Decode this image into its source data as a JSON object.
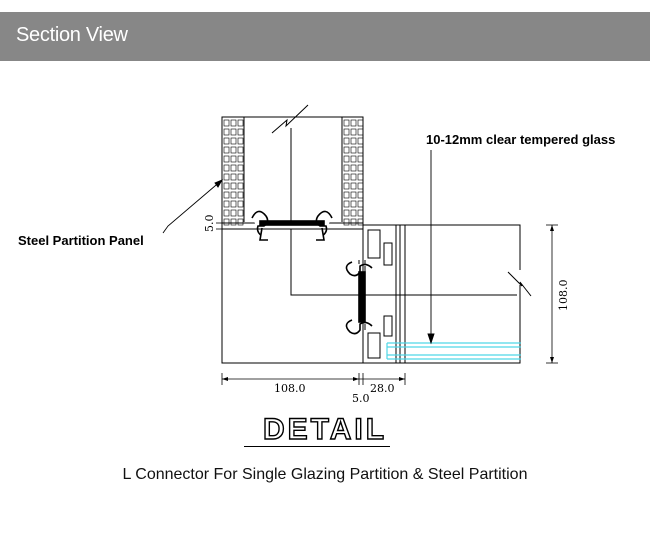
{
  "header": {
    "title": "Section View",
    "bg_color": "#878787"
  },
  "labels": {
    "glass": "10-12mm clear tempered glass",
    "panel": "Steel Partition Panel"
  },
  "dimensions": {
    "panel_gap": "5.0",
    "left_width": "108.0",
    "gap_bottom": "5.0",
    "frame_width": "28.0",
    "right_height": "108.0"
  },
  "detail_word": "DETAIL",
  "caption": "L Connector For Single Glazing Partition & Steel Partition",
  "colors": {
    "glass": "#4fd7e6",
    "line": "#000000"
  }
}
